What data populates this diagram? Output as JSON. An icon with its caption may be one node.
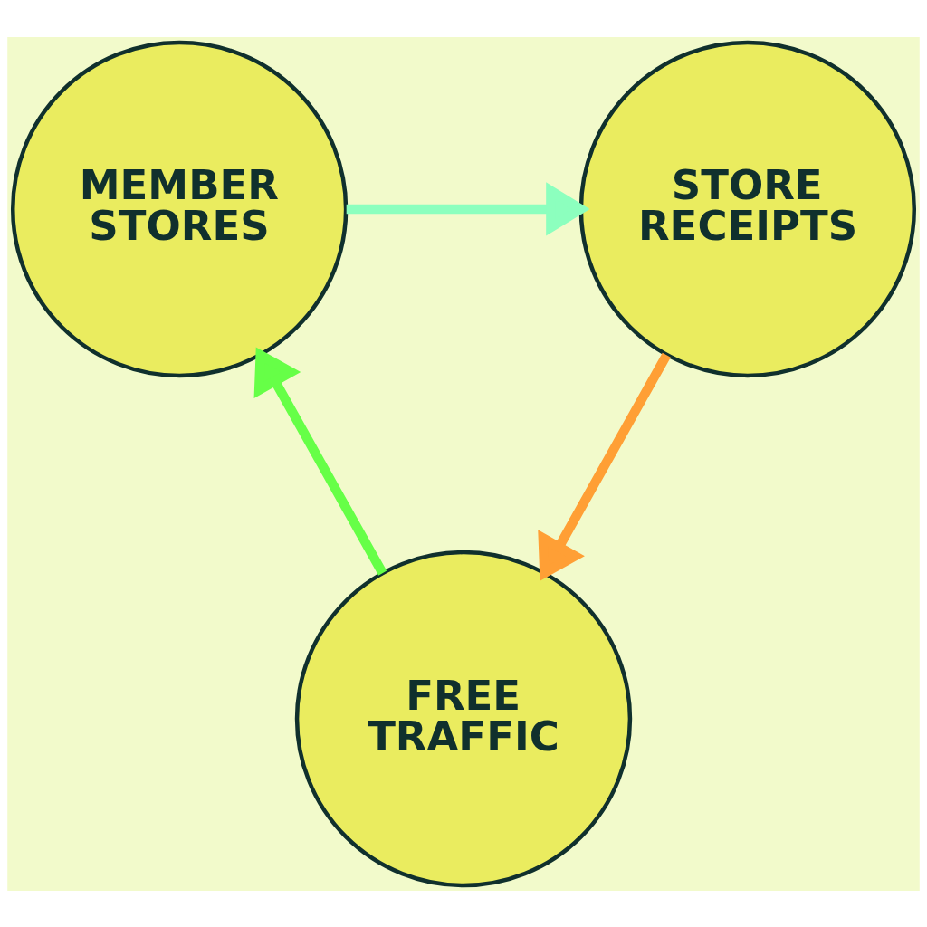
{
  "diagram": {
    "nodes": [
      {
        "text": [
          "MEMBER STORES"
        ]
      },
      {
        "text": [
          "STORE RECEIPTS"
        ]
      },
      {
        "text": [
          "FREE TRAFFIC"
        ]
      }
    ],
    "edges": [
      {
        "from": 0,
        "to": 1,
        "arrow": "to",
        "color": "#8cffbe"
      },
      {
        "from": 1,
        "to": 2,
        "arrow": "to",
        "color": "#ff9f35"
      },
      {
        "from": 2,
        "to": 0,
        "arrow": "to",
        "color": "#66ff47"
      }
    ]
  }
}
